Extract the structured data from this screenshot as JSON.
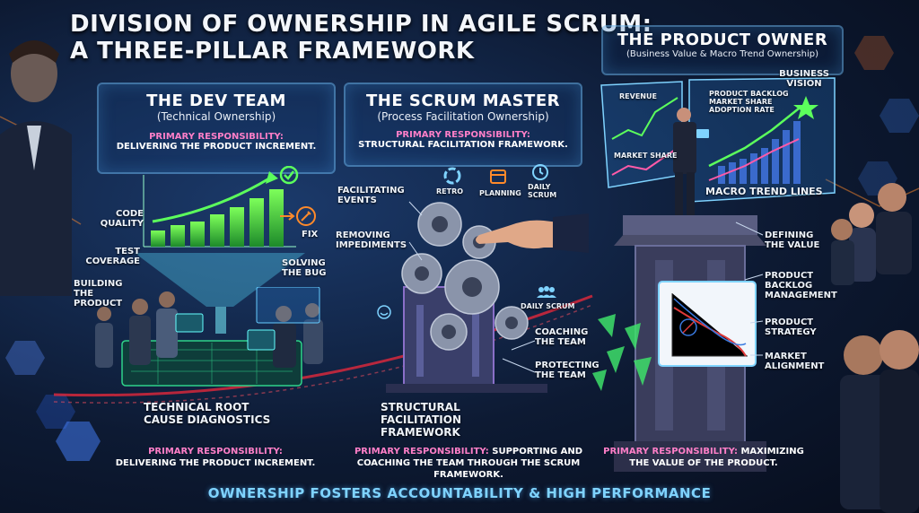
{
  "title": {
    "line1": "DIVISION OF OWNERSHIP IN AGILE SCRUM:",
    "line2": "A THREE-PILLAR FRAMEWORK"
  },
  "dev_team": {
    "heading": "THE DEV TEAM",
    "subheading": "(Technical Ownership)",
    "resp_heading": "PRIMARY RESPONSIBILITY:",
    "resp_text": "DELIVERING THE PRODUCT INCREMENT.",
    "labels": {
      "code_quality": "CODE QUALITY",
      "test_coverage": "TEST COVERAGE",
      "building": "BUILDING THE PRODUCT",
      "fix": "FIX",
      "solving": "SOLVING THE BUG",
      "diagnostics": "TECHNICAL ROOT CAUSE DIAGNOSTICS"
    }
  },
  "scrum_master": {
    "heading": "THE SCRUM MASTER",
    "subheading": "(Process Facilitation Ownership)",
    "resp_heading": "PRIMARY RESPONSIBILITY:",
    "resp_text": "STRUCTURAL FACILITATION FRAMEWORK.",
    "events": {
      "retro": "RETRO",
      "planning": "PLANNING",
      "daily": "DAILY SCRUM"
    },
    "labels": {
      "facilitating": "FACILITATING EVENTS",
      "removing": "REMOVING IMPEDIMENTS",
      "daily_scrum": "DAILY SCRUM",
      "coaching": "COACHING THE TEAM",
      "protecting": "PROTECTING THE TEAM",
      "framework": "STRUCTURAL FACILITATION FRAMEWORK"
    }
  },
  "product_owner": {
    "heading": "THE PRODUCT OWNER",
    "subheading": "(Business Value & Macro Trend Ownership)",
    "labels": {
      "revenue": "REVENUE",
      "market_share": "MARKET SHARE",
      "backlog_metrics": "PRODUCT BACKLOG MARKET SHARE ADOPTION RATE",
      "business_vision": "BUSINESS VISION",
      "macro_trend": "MACRO TREND LINES",
      "defining": "DEFINING THE VALUE",
      "backlog_mgmt": "PRODUCT BACKLOG MANAGEMENT",
      "strategy": "PRODUCT STRATEGY",
      "alignment": "MARKET ALIGNMENT"
    }
  },
  "bottom": {
    "dev_h": "PRIMARY RESPONSIBILITY:",
    "dev_t": "DELIVERING THE PRODUCT INCREMENT.",
    "sm_h": "PRIMARY RESPONSIBILITY:",
    "sm_t1": "SUPPORTING AND",
    "sm_t2": "COACHING THE TEAM THROUGH THE SCRUM FRAMEWORK.",
    "po_h": "PRIMARY RESPONSIBILITY:",
    "po_t1": "MAXIMIZING",
    "po_t2": "THE VALUE OF THE PRODUCT."
  },
  "footer": "OWNERSHIP FOSTERS ACCOUNTABILITY & HIGH PERFORMANCE",
  "colors": {
    "accent_pink": "#ff7fc8",
    "accent_cyan": "#7fd3ff",
    "green": "#39d34a",
    "orange": "#ff8a2a"
  }
}
